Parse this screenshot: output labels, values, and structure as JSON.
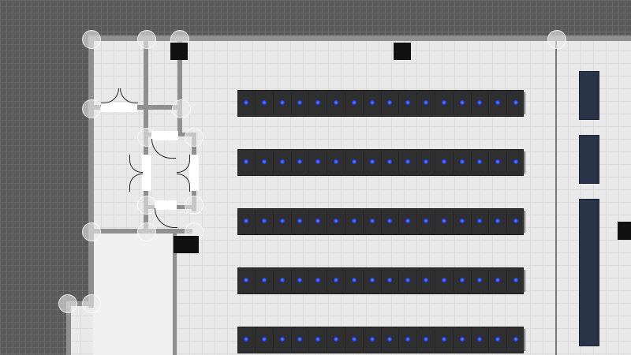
{
  "floorplan": {
    "rack_rows": [
      {
        "id": "row-1",
        "units": 16,
        "status_color": "#1d3dff"
      },
      {
        "id": "row-2",
        "units": 16,
        "status_color": "#1d3dff"
      },
      {
        "id": "row-3",
        "units": 16,
        "status_color": "#1d3dff"
      },
      {
        "id": "row-4",
        "units": 16,
        "status_color": "#1d3dff"
      },
      {
        "id": "row-5",
        "units": 16,
        "status_color": "#1d3dff"
      }
    ],
    "electrical_panels": 3,
    "doors": 5,
    "colors": {
      "background": "#5a5a5a",
      "floor": "#e9e9e9",
      "wall": "#8f8f8f",
      "rack": "#2f2f2f",
      "panel": "#2a3448",
      "led": "#1d3dff"
    },
    "icons": [
      "door-icon",
      "column-icon",
      "wall-node-icon",
      "rack-unit-led-icon"
    ]
  }
}
